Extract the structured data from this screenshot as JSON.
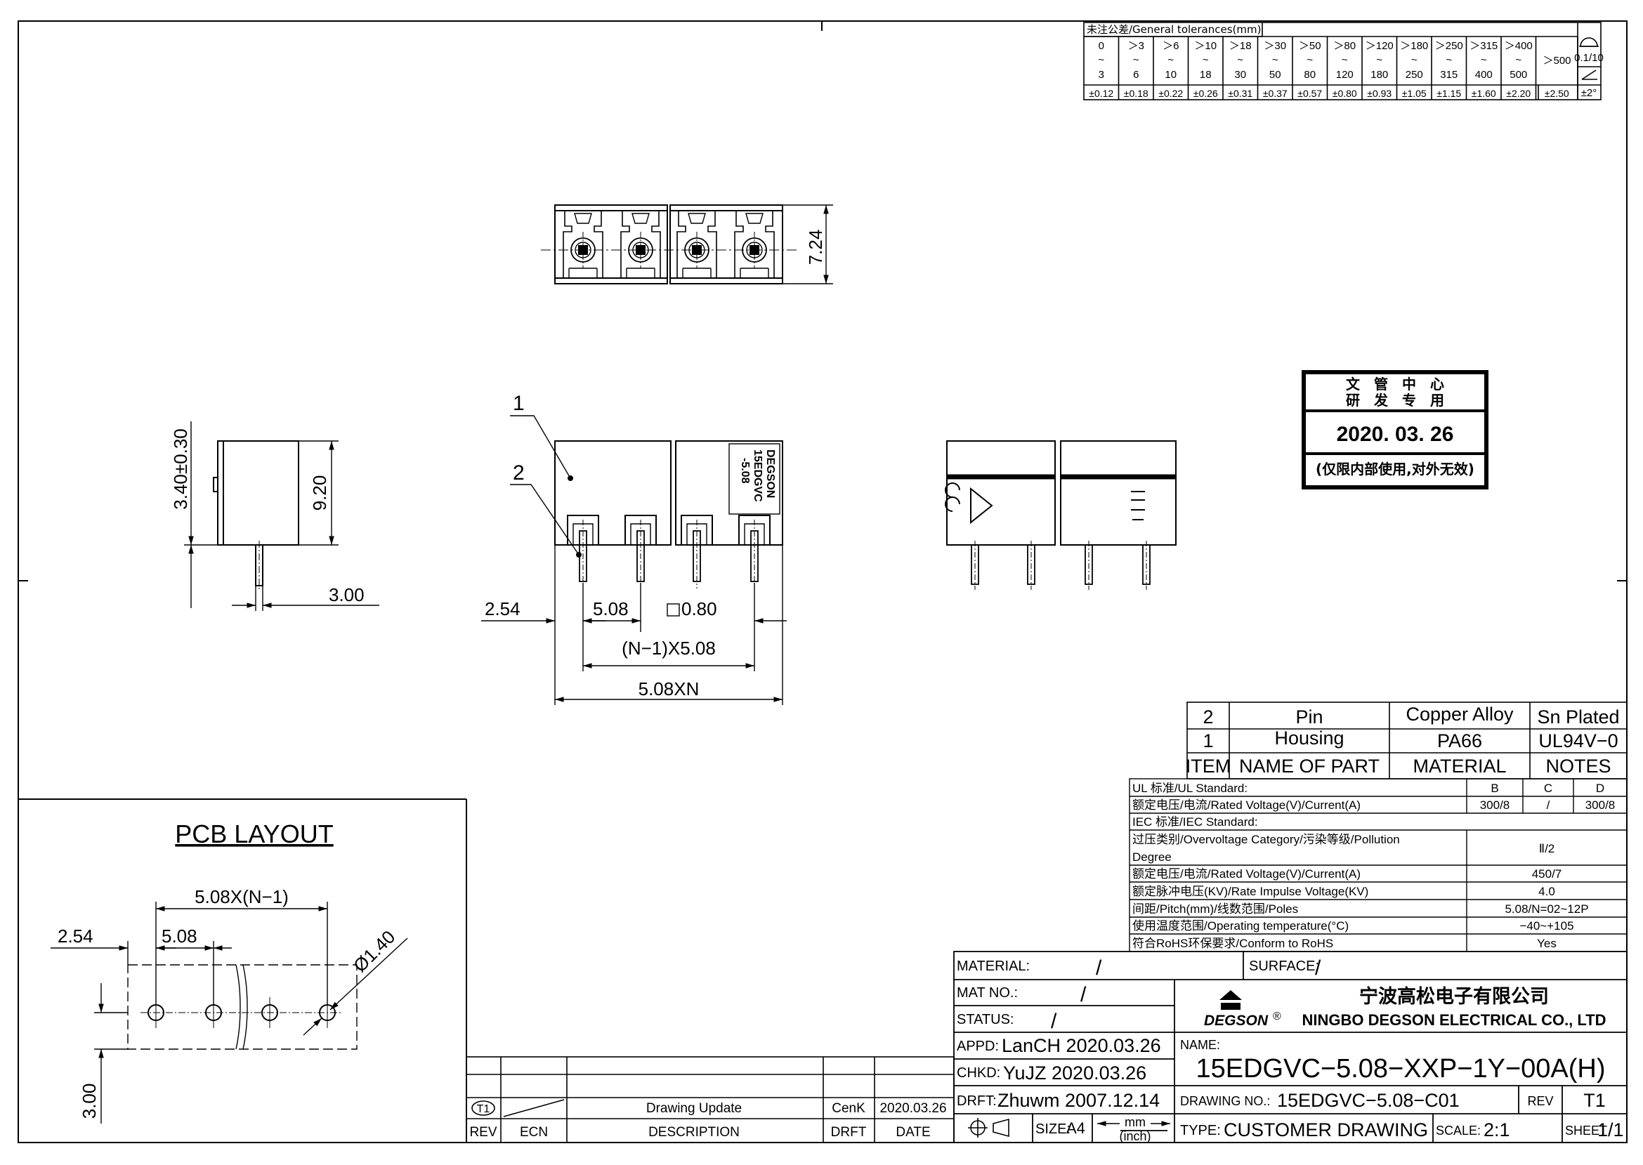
{
  "tolerance_table": {
    "title": "未注公差/General tolerances(mm)",
    "top": [
      "0",
      "＞3",
      "＞6",
      "＞10",
      "＞18",
      "＞30",
      "＞50",
      "＞80",
      "＞120",
      "＞180",
      "＞250",
      "＞315",
      "＞400"
    ],
    "tilde": "~",
    "bottom": [
      "3",
      "6",
      "10",
      "18",
      "30",
      "50",
      "80",
      "120",
      "180",
      "250",
      "315",
      "400",
      "500"
    ],
    "gt500": "＞500",
    "values": [
      "±0.12",
      "±0.18",
      "±0.22",
      "±0.26",
      "±0.31",
      "±0.37",
      "±0.57",
      "±0.80",
      "±0.93",
      "±1.05",
      "±1.15",
      "±1.60",
      "±2.20",
      "±2.50"
    ],
    "flatness": "0.1/10",
    "angle": "±2°"
  },
  "dims": {
    "top_height": "7.24",
    "side_height": "3.40±0.30",
    "side_body": "9.20",
    "side_pin": "3.00",
    "front_offset": "2.54",
    "front_pitch": "5.08",
    "front_pin": "0.80",
    "front_n1": "(N−1)X5.08",
    "front_total": "5.08XN",
    "callout1": "1",
    "callout2": "2"
  },
  "housing_marking": [
    "DEGSON",
    "15EDGVC",
    "-5.08"
  ],
  "stamp": {
    "line1": "文　管　中　心",
    "line2": "研　发　专　用",
    "date": "2020. 03. 26",
    "note": "(仅限内部使用,对外无效)"
  },
  "pcb": {
    "title": "PCB LAYOUT",
    "d_span": "5.08X(N−1)",
    "d_offset": "2.54",
    "d_pitch": "5.08",
    "d_hole": "Ø1.40",
    "d_height": "3.00"
  },
  "bom": {
    "rows": [
      {
        "item": "2",
        "name": "Pin",
        "material": "Copper Alloy",
        "notes": "Sn Plated"
      },
      {
        "item": "1",
        "name": "Housing",
        "material": "PA66",
        "notes": "UL94V−0"
      }
    ],
    "header": {
      "item": "ITEM",
      "name": "NAME OF PART",
      "material": "MATERIAL",
      "notes": "NOTES"
    }
  },
  "specs": {
    "ul_title": "UL 标准/UL Standard:",
    "ul_b": "B",
    "ul_c": "C",
    "ul_d": "D",
    "ul_rated_label": "额定电压/电流/Rated Voltage(V)/Current(A)",
    "ul_rated_b": "300/8",
    "ul_rated_c": "/",
    "ul_rated_d": "300/8",
    "iec_title": "IEC 标准/IEC Standard:",
    "overvolt_label1": "过压类别/Overvoltage Category/污染等级/Pollution",
    "overvolt_label2": "Degree",
    "overvolt_value": "Ⅱ/2",
    "iec_rated_label": "额定电压/电流/Rated Voltage(V)/Current(A)",
    "iec_rated_value": "450/7",
    "impulse_label": "额定脉冲电压(KV)/Rate Impulse Voltage(KV)",
    "impulse_value": "4.0",
    "pitch_label": "间距/Pitch(mm)/线数范围/Poles",
    "pitch_value": "5.08/N=02~12P",
    "temp_label": "使用温度范围/Operating temperature(°C)",
    "temp_value": "−40~+105",
    "rohs_label": "符合RoHS环保要求/Conform to RoHS",
    "rohs_value": "Yes"
  },
  "title_block": {
    "material_label": "MATERIAL:",
    "material_value": "/",
    "surface_label": "SURFACE:",
    "surface_value": "/",
    "matno_label": "MAT NO.:",
    "matno_value": "/",
    "status_label": "STATUS:",
    "status_value": "/",
    "appd_label": "APPD:",
    "appd_value": "LanCH  2020.03.26",
    "chkd_label": "CHKD:",
    "chkd_value": "YuJZ  2020.03.26",
    "drft_label": "DRFT:",
    "drft_value": "Zhuwm  2007.12.14",
    "size_label": "SIZE:",
    "size_value": "A4",
    "unit_top": "mm",
    "unit_bottom": "(inch)",
    "company_cn": "宁波高松电子有限公司",
    "company_en": "NINGBO DEGSON ELECTRICAL CO., LTD",
    "brand": "DEGSON",
    "brand_mark": "®",
    "name_label": "NAME:",
    "name_value": "15EDGVC−5.08−XXP−1Y−00A(H)",
    "drawing_no_label": "DRAWING NO.:",
    "drawing_no_value": "15EDGVC−5.08−C01",
    "rev_label": "REV",
    "rev_value": "T1",
    "type_label": "TYPE:",
    "type_value": "CUSTOMER DRAWING",
    "scale_label": "SCALE:",
    "scale_value": "2:1",
    "sheet_label": "SHEET",
    "sheet_value": "1/1"
  },
  "revision": {
    "rev": "T1",
    "description": "Drawing Update",
    "drft": "CenK",
    "date": "2020.03.26",
    "h_rev": "REV",
    "h_ecn": "ECN",
    "h_desc": "DESCRIPTION",
    "h_drft": "DRFT",
    "h_date": "DATE"
  }
}
